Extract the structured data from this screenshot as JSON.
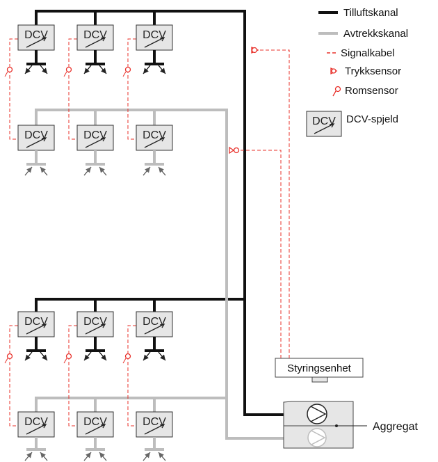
{
  "legend": {
    "supply_duct": "Tilluftskanal",
    "exhaust_duct": "Avtrekkskanal",
    "signal_cable": "Signalkabel",
    "pressure_sensor": "Trykksensor",
    "room_sensor": "Romsensor",
    "dcv_damper": "DCV-spjeld",
    "dcv_symbol_text": "DCV"
  },
  "dcv_label": "DCV",
  "control_unit_label": "Styringsenhet",
  "air_handler_label": "Aggregat",
  "colors": {
    "supply": "#111111",
    "exhaust": "#bdbdbd",
    "signal": "#e8302a",
    "damper_fill": "#e6e6e6"
  }
}
